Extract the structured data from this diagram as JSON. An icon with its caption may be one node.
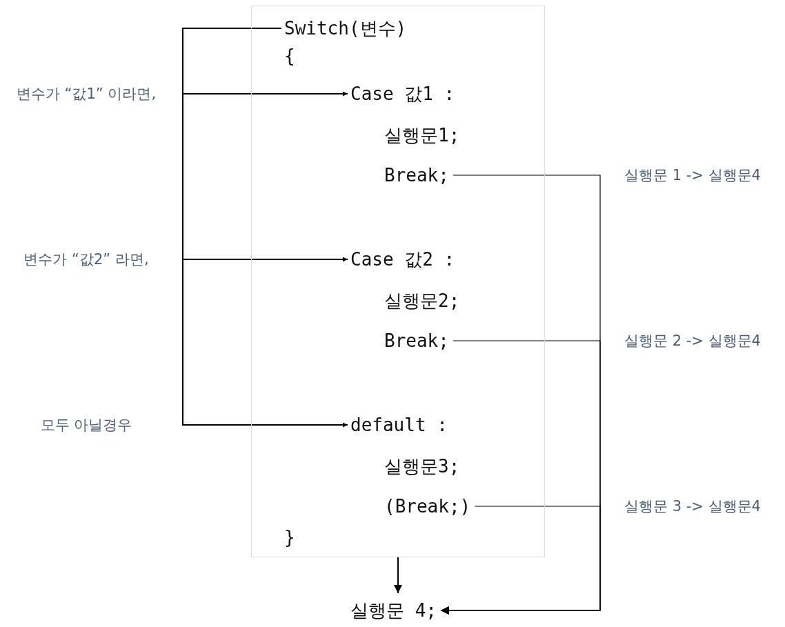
{
  "diagram": {
    "nodes": [
      {
        "text": [],
        "shape": "box"
      },
      {
        "text": [
          "Switch(변수)"
        ],
        "in": 0
      },
      {
        "text": [
          "{"
        ],
        "in": 0
      },
      {
        "text": [
          "Case 값1 :"
        ],
        "in": 0
      },
      {
        "text": [
          "실행문1;"
        ],
        "in": 0
      },
      {
        "text": [
          "Break;"
        ],
        "in": 0
      },
      {
        "text": [
          "Case 값2 :"
        ],
        "in": 0
      },
      {
        "text": [
          "실행문2;"
        ],
        "in": 0
      },
      {
        "text": [
          "Break;"
        ],
        "in": 0
      },
      {
        "text": [
          "default :"
        ],
        "in": 0
      },
      {
        "text": [
          "실행문3;"
        ],
        "in": 0
      },
      {
        "text": [
          "(Break;)"
        ],
        "in": 0
      },
      {
        "text": [
          "}"
        ],
        "in": 0
      },
      {
        "text": [
          "실행문 4;"
        ]
      }
    ],
    "edges": [
      {
        "from": 1,
        "to": 3,
        "arrow": "to",
        "label": "변수가 “값1” 이라면,"
      },
      {
        "from": 1,
        "to": 6,
        "arrow": "to",
        "label": "변수가 “값2” 라면,"
      },
      {
        "from": 1,
        "to": 9,
        "arrow": "to",
        "label": "모두 아닐경우"
      },
      {
        "from": 5,
        "to": 13,
        "arrow": "to",
        "label": "실행문 1 -> 실행문4"
      },
      {
        "from": 8,
        "to": 13,
        "arrow": "to",
        "label": "실행문 2 -> 실행문4"
      },
      {
        "from": 11,
        "to": 13,
        "arrow": "to",
        "label": "실행문 3 -> 실행문4"
      },
      {
        "from": 0,
        "to": 13,
        "arrow": "to"
      }
    ]
  }
}
